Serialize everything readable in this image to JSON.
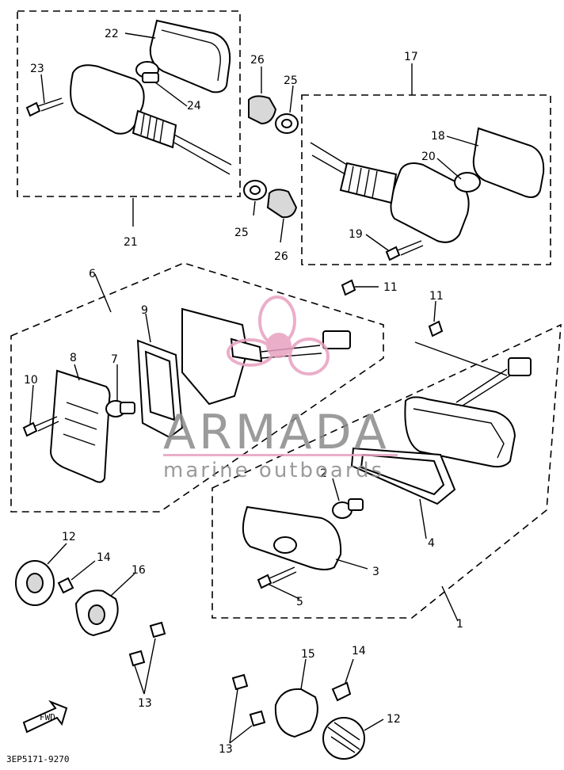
{
  "diagram": {
    "part_code": "3EP5171-9270",
    "fwd_label": "FWD",
    "callouts": {
      "c1": "1",
      "c2": "2",
      "c3": "3",
      "c4": "4",
      "c5": "5",
      "c6": "6",
      "c7": "7",
      "c8": "8",
      "c9": "9",
      "c10": "10",
      "c11a": "11",
      "c11b": "11",
      "c12a": "12",
      "c12b": "12",
      "c13a": "13",
      "c13b": "13",
      "c14a": "14",
      "c14b": "14",
      "c15": "15",
      "c16": "16",
      "c17": "17",
      "c18": "18",
      "c19": "19",
      "c20": "20",
      "c21": "21",
      "c22": "22",
      "c23": "23",
      "c24": "24",
      "c25a": "25",
      "c25b": "25",
      "c26a": "26",
      "c26b": "26"
    }
  },
  "watermark": {
    "brand": "ARMADA",
    "tagline": "marine outboards",
    "color": "#e8a0c0",
    "text_color": "#8a8a8a"
  }
}
